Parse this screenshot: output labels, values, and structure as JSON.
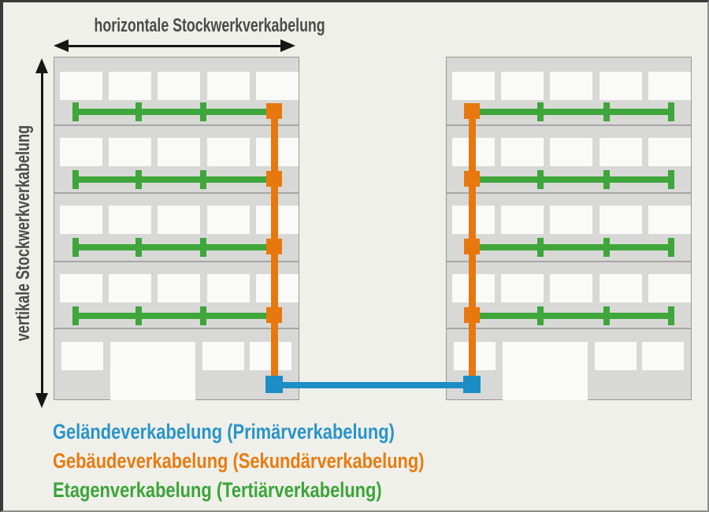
{
  "title_labels": {
    "horizontal": "horizontale Stockwerkverkabelung",
    "vertical": "vertikale Stockwerkverkabelung"
  },
  "legend": {
    "items": [
      {
        "id": "campus-cabling",
        "label": "Geländeverkabelung (Primärverkabelung)",
        "color": "#2a94c8"
      },
      {
        "id": "building-cabling",
        "label": "Gebäudeverkabelung (Sekundärverkabelung)",
        "color": "#e87b10"
      },
      {
        "id": "floor-cabling",
        "label": "Etagenverkabelung (Tertiärverkabelung)",
        "color": "#3ba437"
      }
    ]
  },
  "colors": {
    "campus_cable_blue": "#1d8dc5",
    "building_cable_orange": "#e8780e",
    "floor_cable_green": "#3ea63a",
    "building_fill": "#d8d9d7",
    "window_fill": "#fafaf8",
    "building_border": "#979795",
    "floor_divider": "#a6a6a4",
    "axis_text": "#4b4b49",
    "background": "#eff0ea"
  },
  "diagram": {
    "buildings": [
      {
        "name": "left-building",
        "floors": 5,
        "windows_per_upper_floor": 5,
        "floor_cables": 4,
        "riser_side": "right"
      },
      {
        "name": "right-building",
        "floors": 5,
        "windows_per_upper_floor": 5,
        "floor_cables": 4,
        "riser_side": "left"
      }
    ],
    "campus_link": {
      "connects": [
        "left-building",
        "right-building"
      ]
    }
  }
}
